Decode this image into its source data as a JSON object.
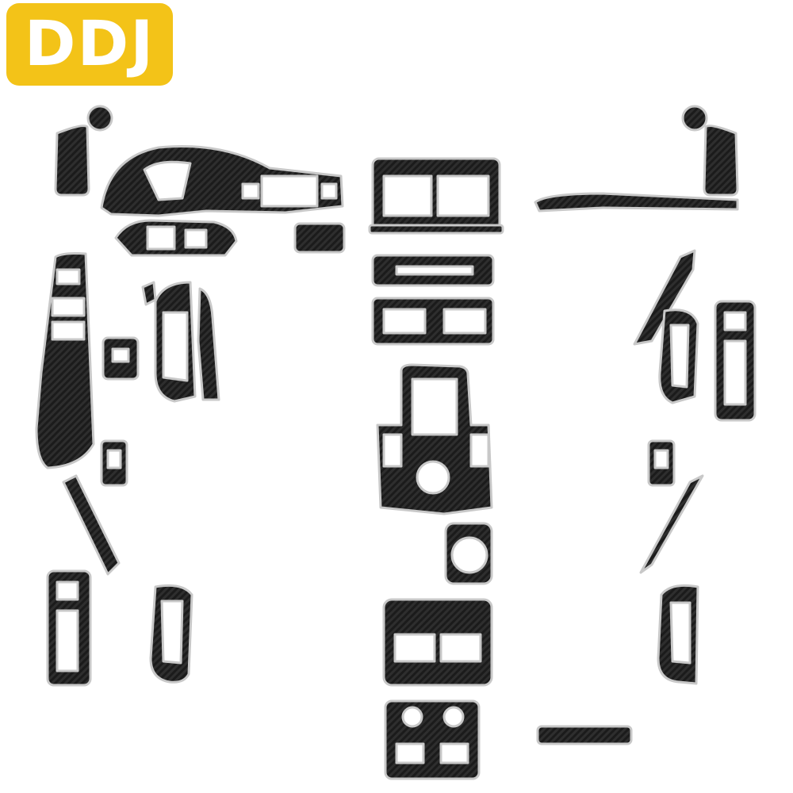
{
  "brand": {
    "logo_text": "DDJ",
    "badge_color": "#f3c318",
    "text_color": "#ffffff"
  },
  "product": {
    "material": "carbon fiber",
    "fill_color": "#1b1b1b",
    "edge_color": "#c8c8c8"
  },
  "parts": [
    "left-air-vent-trim",
    "left-round-speaker-cover",
    "instrument-cluster-bezel",
    "center-air-vent-frame",
    "dashboard-strip-right",
    "right-round-speaker-cover",
    "right-air-vent-trim",
    "steering-switch-panel",
    "start-button-trim",
    "cd-slot-trim",
    "center-vent-trim",
    "driver-window-switch-panel",
    "door-handle-trims-left",
    "small-switch-trim-left",
    "gear-shift-panel",
    "side-vent-trim-right",
    "passenger-window-switch-panel",
    "seat-button-trim-left",
    "seat-button-trim-right",
    "rear-pillar-strip-left",
    "rear-pillar-strip-right",
    "cup-holder-trim",
    "rear-door-switch-panel-left",
    "rear-door-handle-trim-left",
    "rear-door-handle-trim-right",
    "rear-air-outlet-panel",
    "rear-seat-heating-panel",
    "small-dash-strip"
  ]
}
